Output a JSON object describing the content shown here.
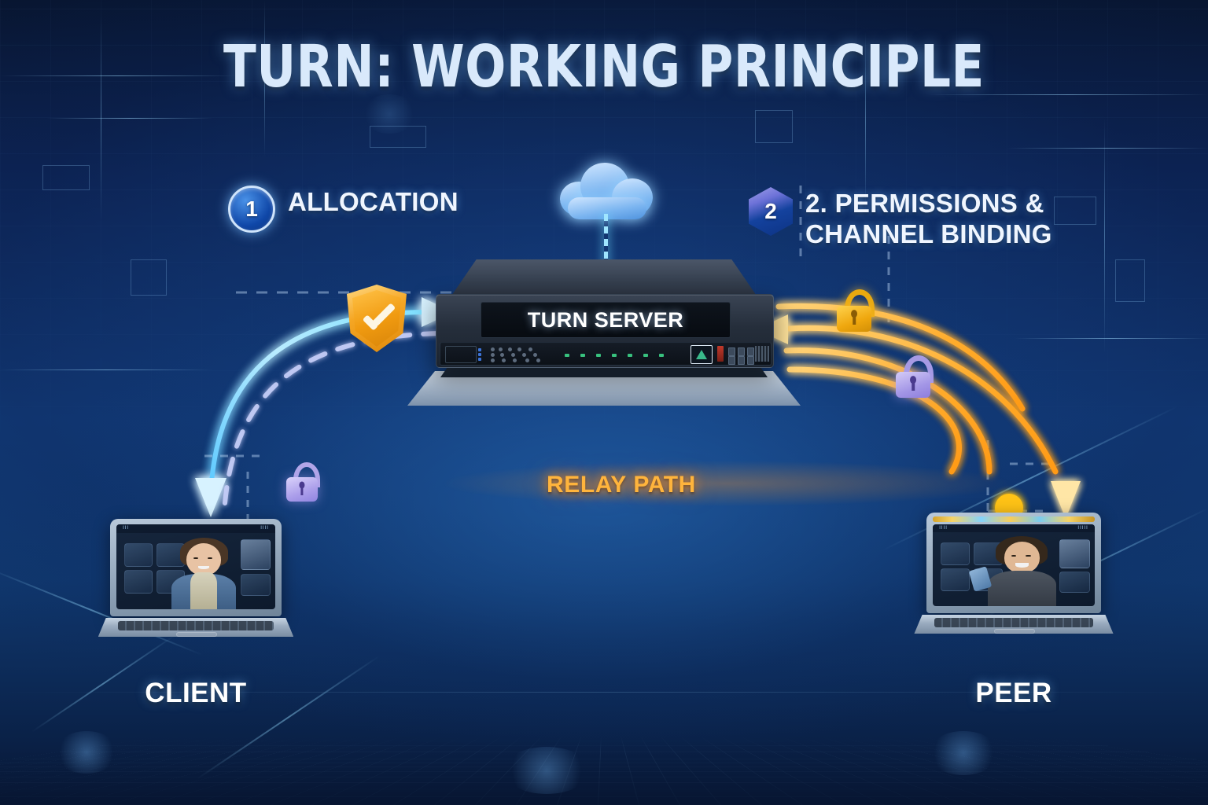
{
  "title": "TURN: WORKING PRINCIPLE",
  "steps": [
    {
      "badge": "1",
      "badge_shape": "circle",
      "label": "ALLOCATION",
      "line2": ""
    },
    {
      "badge": "2",
      "badge_shape": "shield",
      "label": "2. PERMISSIONS &",
      "line2": "CHANNEL BINDING"
    }
  ],
  "server": {
    "display_text": "TURN SERVER",
    "name": "turn-server"
  },
  "cloud": {
    "name": "cloud-icon"
  },
  "relay": {
    "label": "RELAY PATH"
  },
  "nodes": {
    "client": {
      "label": "CLIENT"
    },
    "peer": {
      "label": "PEER"
    }
  },
  "icons": {
    "shield_check": "shield-check-icon",
    "lock_gold": "lock-icon-gold",
    "lock_purple_right": "lock-icon-purple",
    "lock_purple_relay": "lock-icon-purple-relay"
  },
  "colors": {
    "background_deep": "#08152f",
    "background_mid": "#123a77",
    "title_text": "#d9e9fb",
    "accent_cyan": "#7fe0ff",
    "accent_orange": "#ffb43c",
    "accent_gold": "#f2b01e",
    "accent_purple": "#b3a6ee",
    "badge_blue": "#0f47a8",
    "shield_gold": "#f5a623",
    "text_white": "#ffffff"
  }
}
